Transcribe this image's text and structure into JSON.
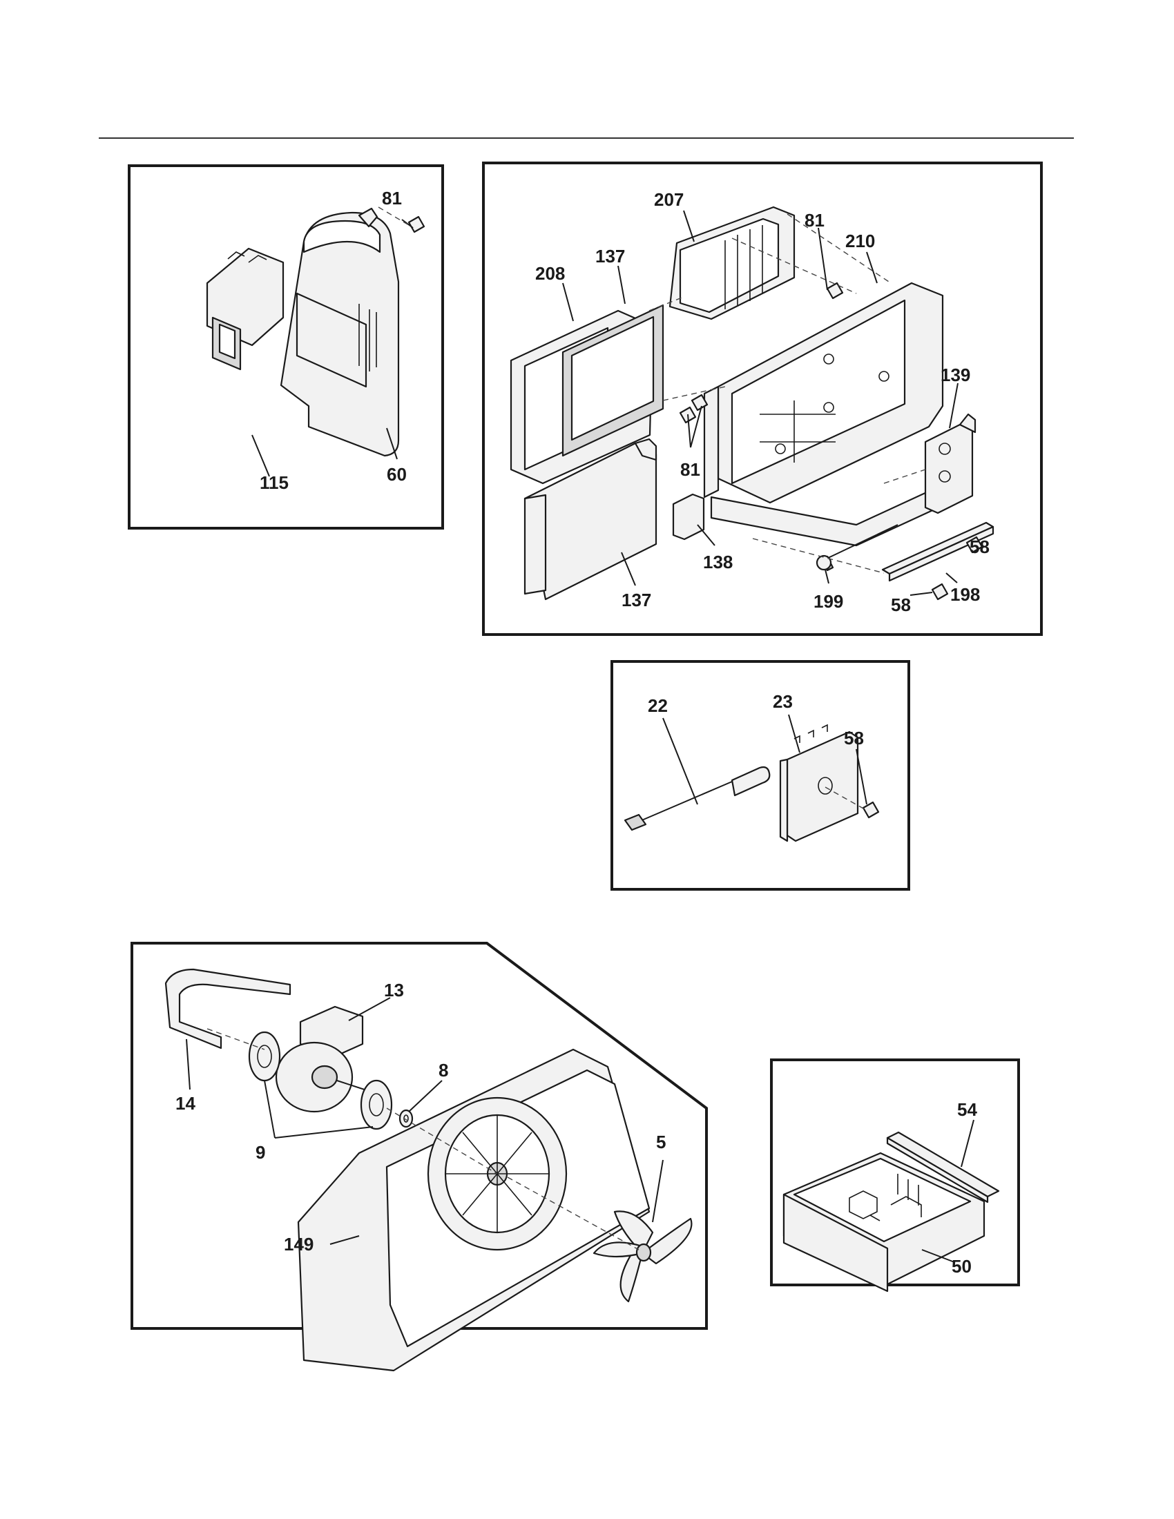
{
  "diagram": {
    "panels": [
      {
        "id": "panel-top-left",
        "labels": [
          "81",
          "115",
          "60"
        ]
      },
      {
        "id": "panel-top-right",
        "labels": [
          "207",
          "81",
          "210",
          "208",
          "137",
          "139",
          "81",
          "137",
          "138",
          "199",
          "58",
          "58",
          "198"
        ]
      },
      {
        "id": "panel-middle",
        "labels": [
          "22",
          "23",
          "58"
        ]
      },
      {
        "id": "panel-bottom-left",
        "labels": [
          "13",
          "14",
          "8",
          "9",
          "5",
          "149"
        ]
      },
      {
        "id": "panel-bottom-right",
        "labels": [
          "54",
          "50"
        ]
      }
    ]
  }
}
